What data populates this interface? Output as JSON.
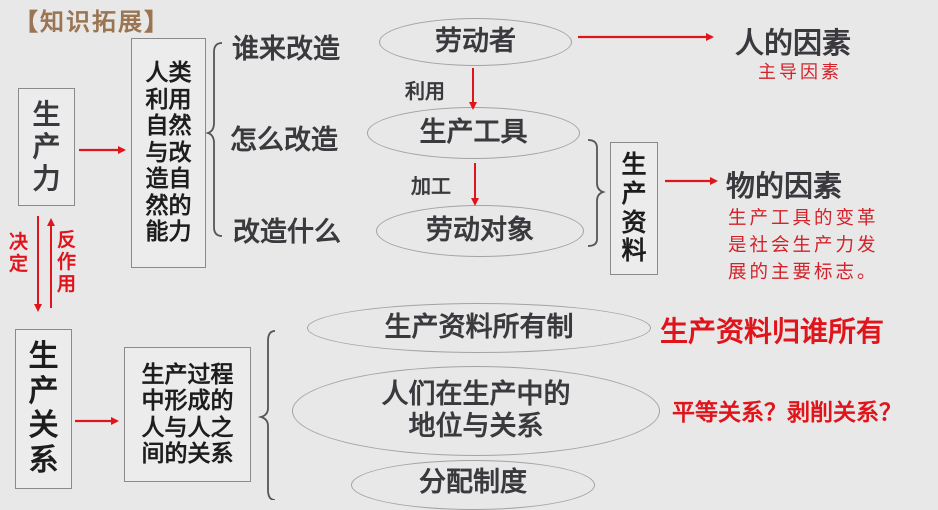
{
  "header": {
    "title": "【知识拓展】"
  },
  "productive_forces": {
    "label": [
      "生",
      "产",
      "力"
    ],
    "definition": [
      "人类",
      "利用",
      "自然",
      "与改",
      "造自",
      "然的",
      "能力"
    ],
    "questions": [
      "谁来改造",
      "怎么改造",
      "改造什么"
    ],
    "elements": [
      "劳动者",
      "生产工具",
      "劳动对象"
    ],
    "arrow_labels": [
      "利用",
      "加工"
    ],
    "means_of_production": [
      "生",
      "产",
      "资",
      "料"
    ],
    "human_factor": {
      "title": "人的因素",
      "note": "主导因素"
    },
    "material_factor": {
      "title": "物的因素",
      "note_lines": [
        "生产工具的变革",
        "是社会生产力发",
        "展的主要标志。"
      ]
    }
  },
  "relation_between": {
    "determine": [
      "决",
      "定"
    ],
    "react": [
      "反",
      "作",
      "用"
    ]
  },
  "relations_of_production": {
    "label": [
      "生",
      "产",
      "关",
      "系"
    ],
    "definition": [
      "生产过程",
      "中形成的",
      "人与人之",
      "间的关系"
    ],
    "components": [
      {
        "text": [
          "生产资料所有制"
        ],
        "note": "生产资料归谁所有"
      },
      {
        "text": [
          "人们在生产中的",
          "地位与关系"
        ],
        "note": "平等关系？剥削关系？"
      },
      {
        "text": [
          "分配制度"
        ],
        "note": ""
      }
    ]
  },
  "colors": {
    "background": "#e8e8e8",
    "accent_red": "#e0141b",
    "text_dark": "#3a3a3e",
    "title_brown": "#9b7552"
  }
}
